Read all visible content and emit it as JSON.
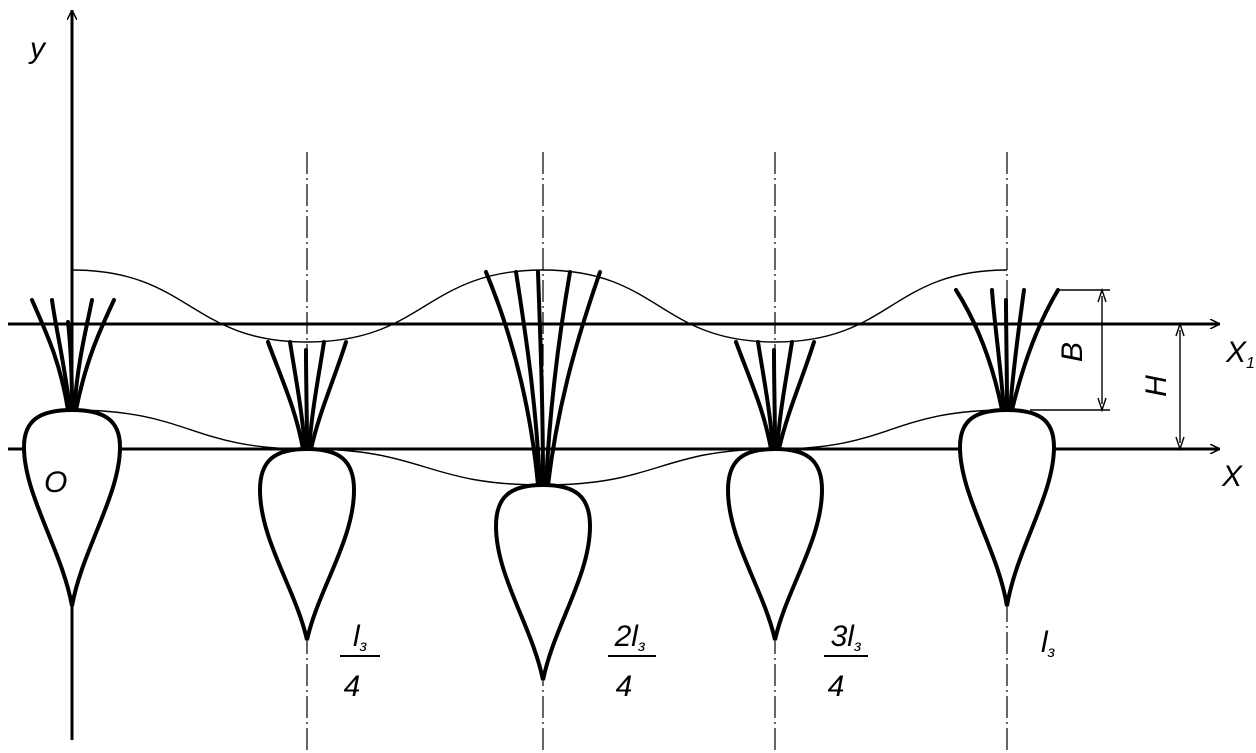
{
  "axes": {
    "y_label": "y",
    "x_label": "X",
    "x1_label": "X",
    "x1_subscript": "1",
    "origin_label": "O"
  },
  "dimensions": {
    "b_label": "B",
    "h_label": "H"
  },
  "ticks": [
    {
      "numerator": "l",
      "numerator_subscript": "з",
      "denominator": "4"
    },
    {
      "numerator": "2l",
      "numerator_subscript": "з",
      "denominator": "4"
    },
    {
      "numerator": "3l",
      "numerator_subscript": "з",
      "denominator": "4"
    },
    {
      "numerator": "l",
      "numerator_subscript": "з",
      "denominator": ""
    }
  ]
}
